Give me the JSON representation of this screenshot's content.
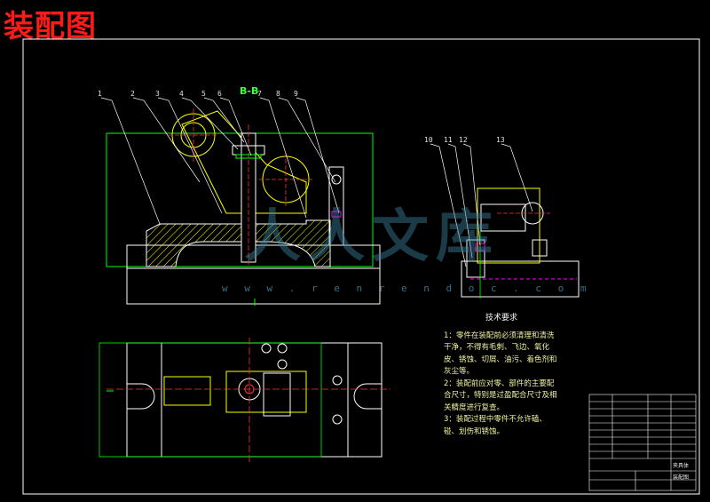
{
  "title": "装配图",
  "section_label": "B-B",
  "watermark_url": "w w w . r e n r e n d o c . c o m",
  "watermark_logo": "人人文库",
  "callouts": [
    "1",
    "2",
    "3",
    "4",
    "5",
    "6",
    "7",
    "8",
    "9",
    "10",
    "11",
    "12",
    "13"
  ],
  "requirements": {
    "heading": "技术要求",
    "items": [
      "1：零件在装配前必须清理和清洗干净，不得有毛刺、飞边、氧化皮、锈蚀、切屑、油污、着色剂和灰尘等。",
      "2：装配前应对零、部件的主要配合尺寸，特别是过盈配合尺寸及相关精度进行复查。",
      "3：装配过程中零件不允许磕、碰、划伤和锈蚀。"
    ]
  },
  "title_block": {
    "name": "夹具体",
    "drawing": "装配图"
  },
  "colors": {
    "background": "#000000",
    "frame": "#ffffff",
    "part_outline": "#ffffff",
    "body_fill": "#f2f2f2",
    "hatch": "#ffff00",
    "accent_green": "#00ff00",
    "center_line": "#ff3333",
    "highlight_magenta": "#ff00ff",
    "title_red": "#ff1a1a"
  }
}
